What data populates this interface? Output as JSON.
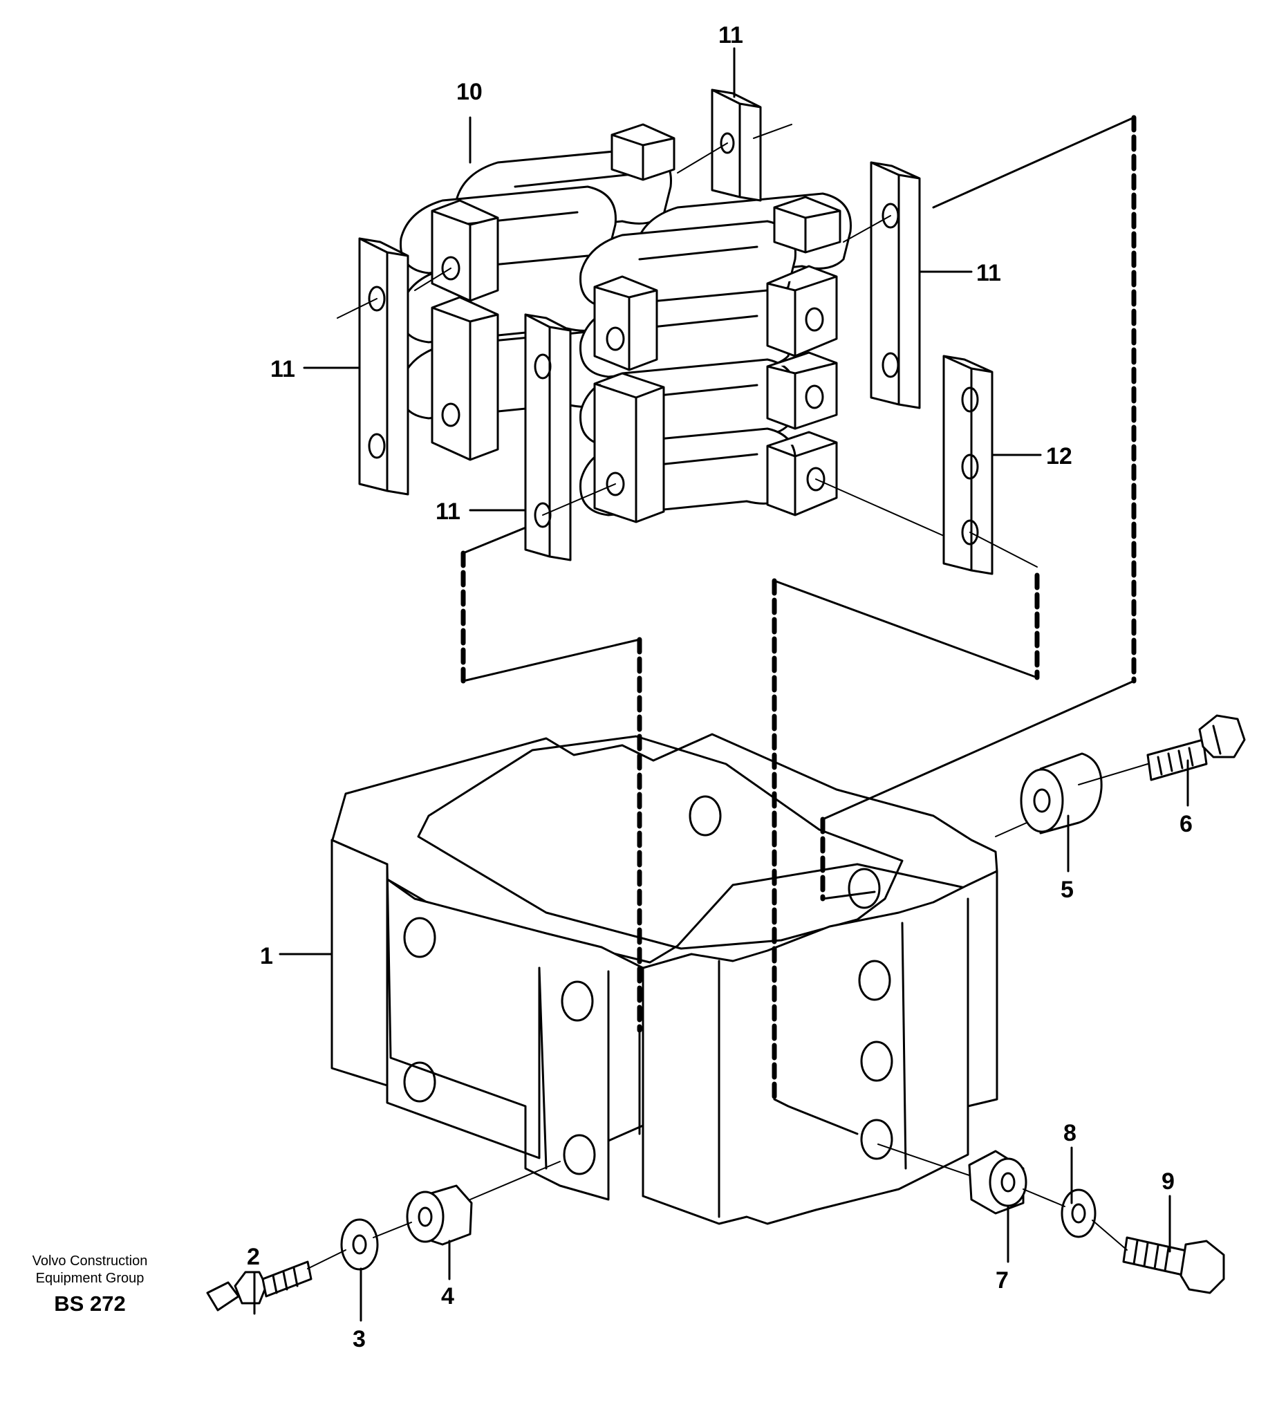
{
  "labels": {
    "p1": "1",
    "p2": "2",
    "p3": "3",
    "p4": "4",
    "p5": "5",
    "p6": "6",
    "p7": "7",
    "p8": "8",
    "p9": "9",
    "p10": "10",
    "p11a": "11",
    "p11b": "11",
    "p11c": "11",
    "p11d": "11",
    "p12": "12"
  },
  "credit": {
    "line1": "Volvo Construction",
    "line2": "Equipment Group",
    "code": "BS 272"
  },
  "colors": {
    "ink": "#000000",
    "paper": "#ffffff"
  }
}
